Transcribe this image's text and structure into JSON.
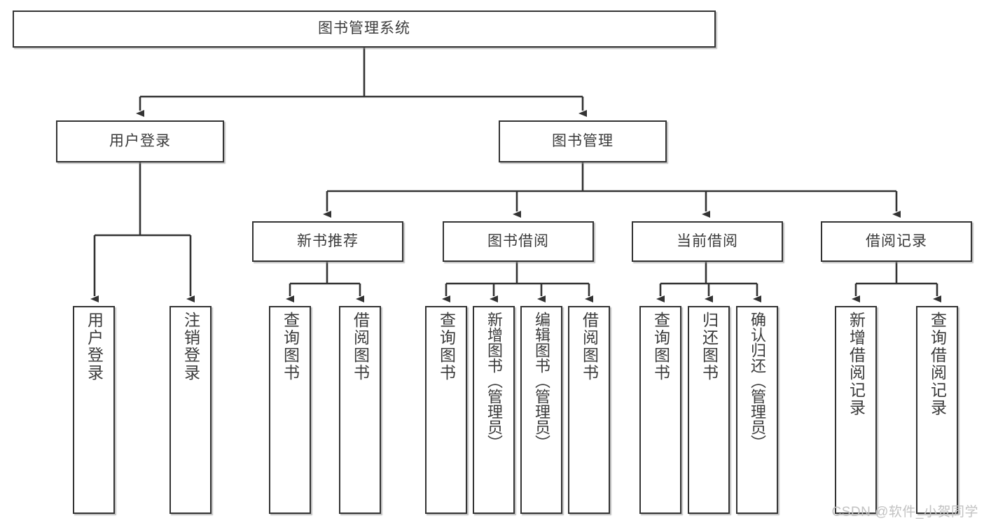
{
  "diagram": {
    "title": "图书管理系统",
    "watermark": "CSDN @软件_小贺同学",
    "colors": {
      "border": "#333333",
      "text": "#3b3b3b",
      "background": "#ffffff",
      "edge": "#333333",
      "watermark": "#c2c2c2"
    },
    "root": {
      "label": "图书管理系统"
    },
    "level2": [
      {
        "label": "用户登录"
      },
      {
        "label": "图书管理"
      }
    ],
    "level3": [
      {
        "label": "新书推荐"
      },
      {
        "label": "图书借阅"
      },
      {
        "label": "当前借阅"
      },
      {
        "label": "借阅记录"
      }
    ],
    "leaves": {
      "user_login": [
        {
          "label": "用户登录"
        },
        {
          "label": "注销登录"
        }
      ],
      "new_book": [
        {
          "label": "查询图书"
        },
        {
          "label": "借阅图书"
        }
      ],
      "book_borrow": [
        {
          "label": "查询图书"
        },
        {
          "label": "新增图书（管理员）"
        },
        {
          "label": "编辑图书（管理员）"
        },
        {
          "label": "借阅图书"
        }
      ],
      "current_borrow": [
        {
          "label": "查询图书"
        },
        {
          "label": "归还图书"
        },
        {
          "label": "确认归还（管理员）"
        }
      ],
      "borrow_record": [
        {
          "label": "新增借阅记录"
        },
        {
          "label": "查询借阅记录"
        }
      ]
    }
  }
}
